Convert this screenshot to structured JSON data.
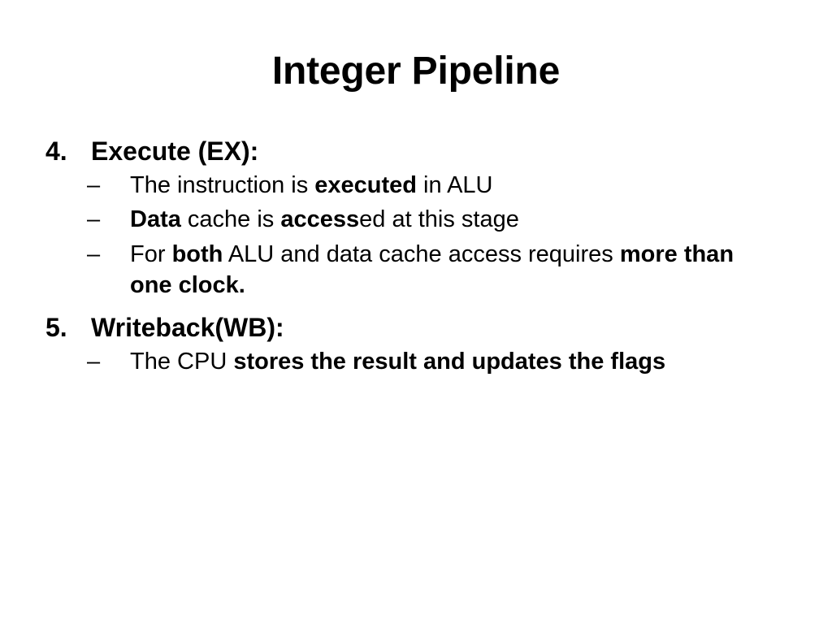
{
  "slide": {
    "title": "Integer Pipeline",
    "background_color": "#ffffff",
    "text_color": "#000000",
    "items": [
      {
        "marker": "4.",
        "heading": "Execute (EX):",
        "bullets": [
          {
            "marker": "–",
            "runs": [
              {
                "text": "The instruction is ",
                "bold": false
              },
              {
                "text": "executed",
                "bold": true
              },
              {
                "text": " in ALU",
                "bold": false
              }
            ],
            "plain": "The instruction is executed in ALU"
          },
          {
            "marker": "–",
            "runs": [
              {
                "text": "Data",
                "bold": true
              },
              {
                "text": " cache is ",
                "bold": false
              },
              {
                "text": "access",
                "bold": true
              },
              {
                "text": "ed at this stage",
                "bold": false
              }
            ],
            "plain": "Data cache is accessed at this stage"
          },
          {
            "marker": "–",
            "runs": [
              {
                "text": "For ",
                "bold": false
              },
              {
                "text": "both",
                "bold": true
              },
              {
                "text": " ALU and data cache access requires ",
                "bold": false
              },
              {
                "text": "more than one clock.",
                "bold": true
              }
            ],
            "plain": "For both ALU and data cache access requires more than one clock."
          }
        ]
      },
      {
        "marker": "5.",
        "heading": "Writeback(WB):",
        "bullets": [
          {
            "marker": "–",
            "runs": [
              {
                "text": "The CPU ",
                "bold": false
              },
              {
                "text": "stores the result and updates the flags",
                "bold": true
              }
            ],
            "plain": "The CPU stores the result and updates the flags"
          }
        ]
      }
    ]
  }
}
